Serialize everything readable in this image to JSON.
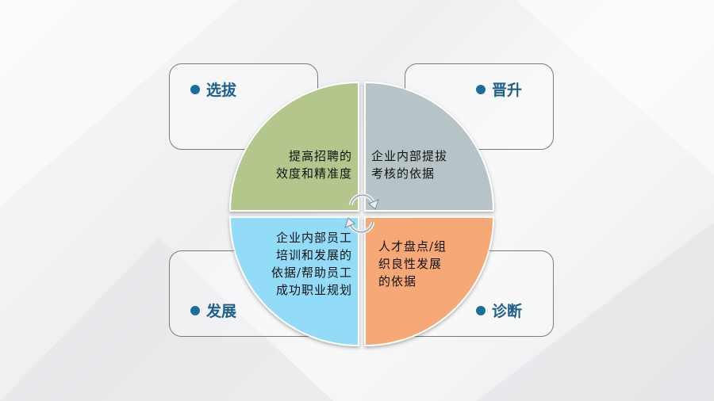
{
  "categories": [
    {
      "id": "selection",
      "title": "选拔",
      "text": [
        "提高招聘的",
        "效度和精准度"
      ],
      "color": "#b3c78d"
    },
    {
      "id": "promotion",
      "title": "晋升",
      "text": [
        "企业内部提拔",
        "考核的依据"
      ],
      "color": "#b6c4c7"
    },
    {
      "id": "development",
      "title": "发展",
      "text": [
        "企业内部员工",
        "培训和发展的",
        "依据/帮助员工",
        "成功职业规划"
      ],
      "color": "#93dcf8"
    },
    {
      "id": "diagnosis",
      "title": "诊断",
      "text": [
        "人才盘点/组",
        "织良性发展",
        "的依据"
      ],
      "color": "#f6a877"
    }
  ],
  "accent": "#1a6e9e"
}
